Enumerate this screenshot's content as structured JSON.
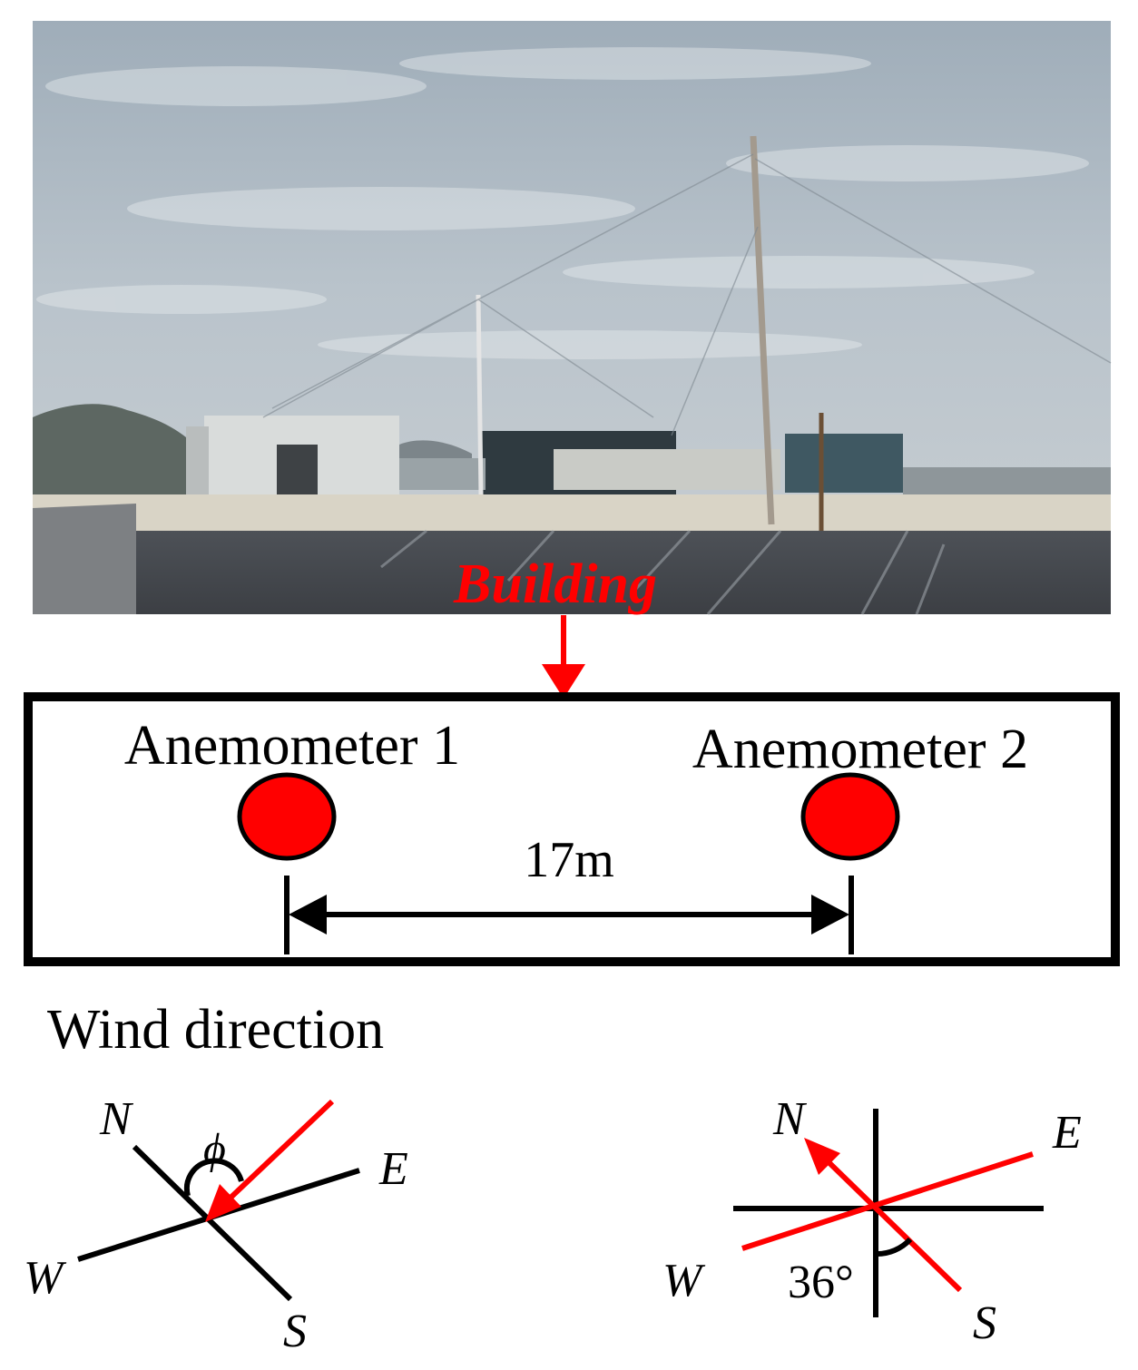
{
  "photo_label": "Building",
  "anemometers": [
    {
      "label": "Anemometer 1"
    },
    {
      "label": "Anemometer 2"
    }
  ],
  "distance_label": "17m",
  "wind_section_title": "Wind direction",
  "compass_left": {
    "N": "N",
    "E": "E",
    "S": "S",
    "W": "W",
    "angle_symbol": "ϕ"
  },
  "compass_right": {
    "N": "N",
    "E": "E",
    "S": "S",
    "W": "W",
    "angle_label": "36°"
  },
  "colors": {
    "accent": "#ff0000",
    "line": "#000000",
    "sky_top": "#a9b5bf",
    "sky_bottom": "#c4ccd2",
    "panel": "#56595e"
  }
}
